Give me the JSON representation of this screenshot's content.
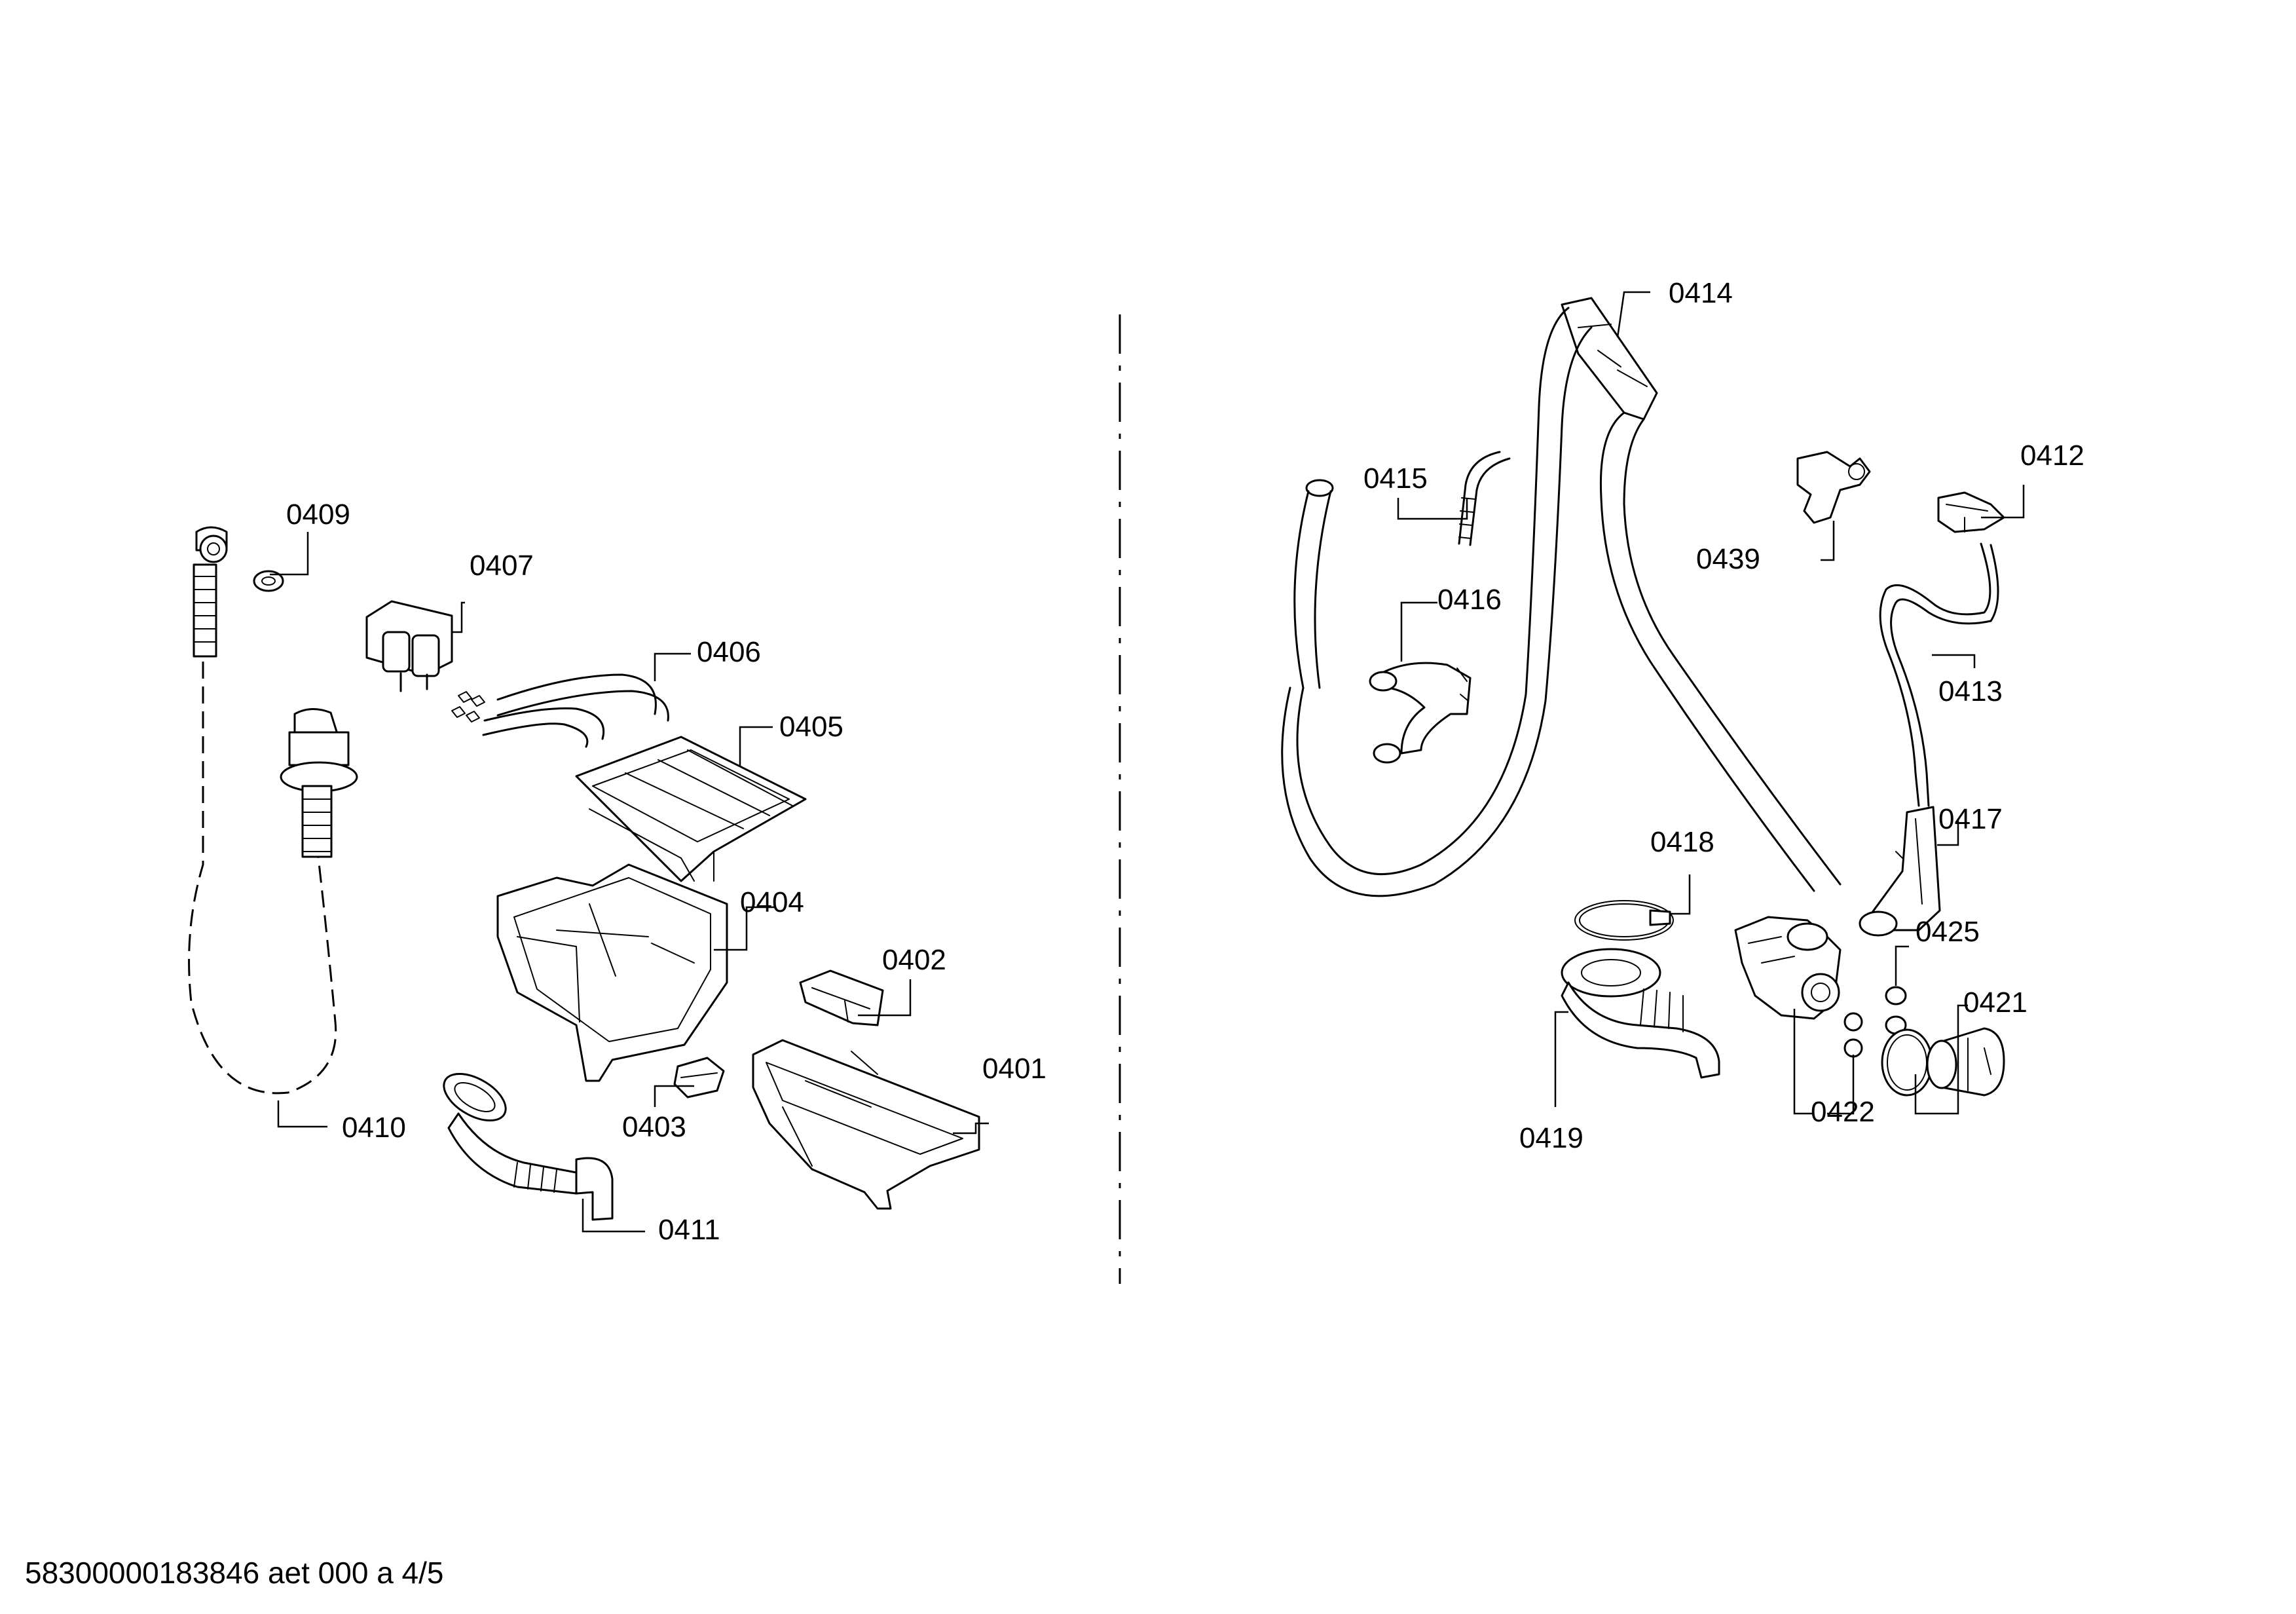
{
  "callouts": {
    "c0401": "0401",
    "c0402": "0402",
    "c0403": "0403",
    "c0404": "0404",
    "c0405": "0405",
    "c0406": "0406",
    "c0407": "0407",
    "c0409": "0409",
    "c0410": "0410",
    "c0411": "0411",
    "c0412": "0412",
    "c0413": "0413",
    "c0414": "0414",
    "c0415": "0415",
    "c0416": "0416",
    "c0417": "0417",
    "c0418": "0418",
    "c0419": "0419",
    "c0421": "0421",
    "c0422": "0422",
    "c0425": "0425",
    "c0439": "0439"
  },
  "footer": {
    "document_code": "58300000183846 aet 000 a 4/5"
  }
}
